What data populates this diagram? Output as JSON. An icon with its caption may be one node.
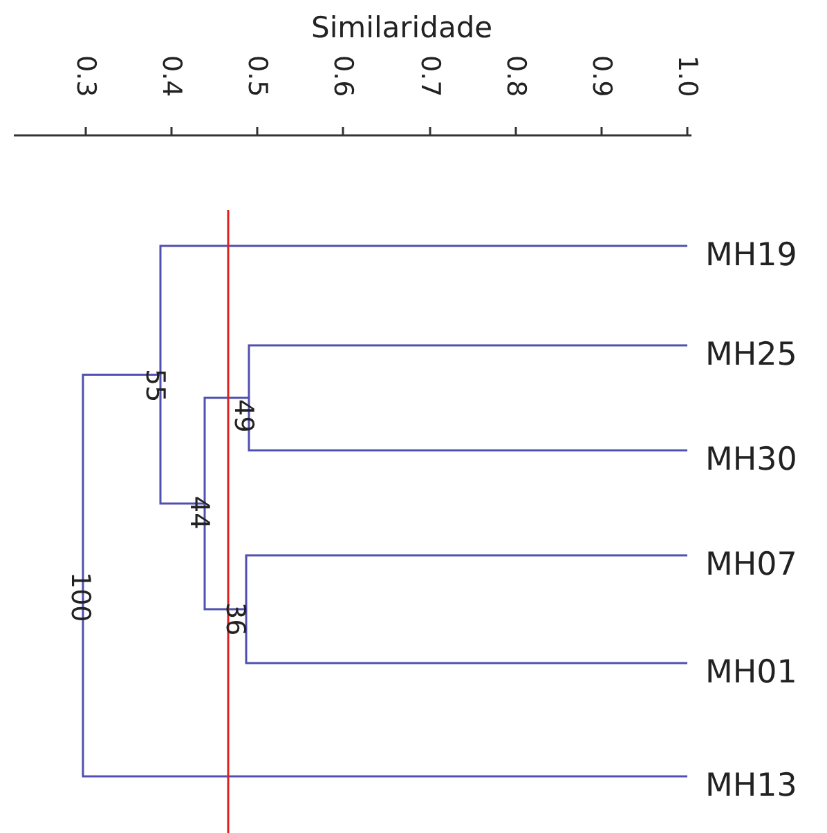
{
  "diagram": {
    "labels": [
      "Similaridade",
      "0.3",
      "0.4",
      "0.5",
      "0.6",
      "0.7",
      "0.8",
      "0.9",
      "1.0",
      "MH19",
      "MH25",
      "MH30",
      "MH07",
      "MH01",
      "MH13",
      "55",
      "49",
      "44",
      "36",
      "100"
    ]
  }
}
